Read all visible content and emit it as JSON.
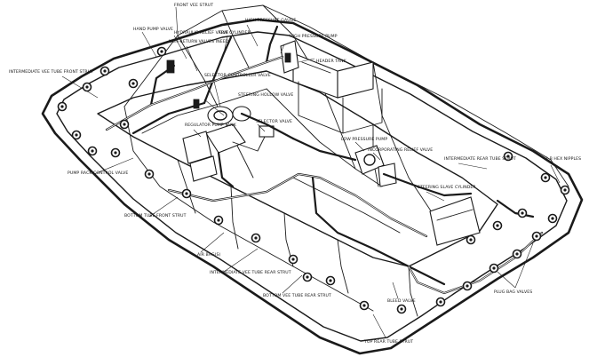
{
  "labels": {
    "front_vee_strut": "FRONT VEE STRUT",
    "hand_pump_valve": "HAND PUMP VALVE",
    "hydraulic_relief_valve": "HYDRAULIC RELIEF VALVE",
    "non_return_valves_ineed": "NON-RETURN VALVES INEED",
    "trip_cylinder": "TRIP CYLINDER",
    "high_pressure_gauge": "HIGH PRESSURE GAUGE",
    "high_pressure_pump": "HIGH PRESSURE PUMP",
    "header_tank": "HEADER TANK",
    "intermediate_vee_tube_front_strut": "INTERMEDIATE VEE TUBE FRONT STRUT",
    "selector_controller_valve": "SELECTOR CONTROLLER VALVE",
    "steering_hollow_valve": "STEERING HOLLOW VALVE",
    "regulator_pump_tank": "REGULATOR PUMP TANK",
    "selector_valve": "SELECTOR VALVE",
    "low_pressure_pump": "LOW PRESSURE PUMP",
    "incorporating_relief_valve": "INCORPORATING RELIEF VALVE",
    "intermediate_rear_tube_strut": "INTERMEDIATE REAR TUBE STRUT",
    "steering_slave_cylinder": "STEERING SLAVE CYLINDER",
    "pump_rack_control_valve": "PUMP RACK CONTROL VALVE",
    "bottom_tube_front_strut": "BOTTOM TUBE FRONT STRUT",
    "air_bag": "AIR BAG(S)",
    "intermediate_vee_tube_rear_strut": "INTERMEDIATE VEE TUBE REAR STRUT",
    "bottom_vee_tube_rear_strut": "BOTTOM VEE TUBE REAR STRUT",
    "bleed_valve": "BLEED VALVE",
    "top_rear_tube_strut": "TOP REAR TUBE STRUT",
    "plug_bag_valves": "PLUG BAG VALVES",
    "zb_hex_nipples": "2 B HEX NIPPLES"
  }
}
